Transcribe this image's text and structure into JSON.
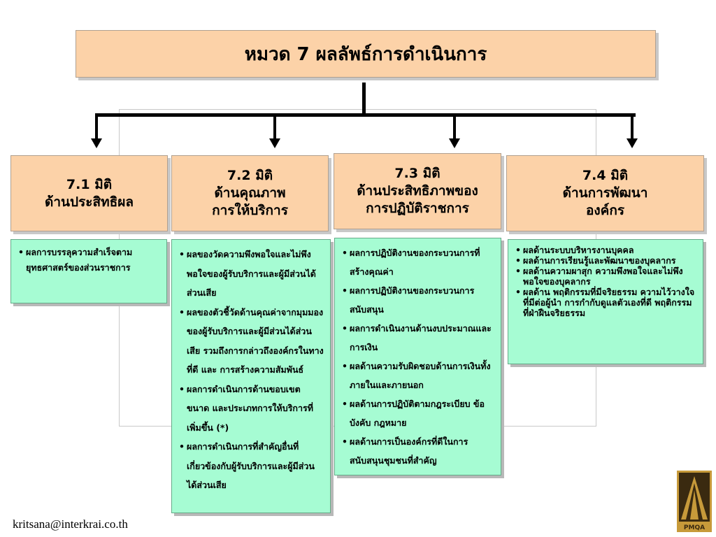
{
  "title": "หมวด 7 ผลลัพธ์การดำเนินการ",
  "dimensions": [
    {
      "line1": "7.1  มิติ",
      "line2": "ด้านประสิทธิผล",
      "line3": ""
    },
    {
      "line1": "7.2  มิติ",
      "line2": "ด้านคุณภาพ",
      "line3": "การให้บริการ"
    },
    {
      "line1": "7.3  มิติ",
      "line2": "ด้านประสิทธิภาพของ",
      "line3": "การปฏิบัติราชการ"
    },
    {
      "line1": "7.4 มิติ",
      "line2": "ด้านการพัฒนา",
      "line3": "องค์กร"
    }
  ],
  "details": [
    [
      "ผลการบรรลุความสำเร็จตามยุทธศาสตร์ของส่วนราชการ"
    ],
    [
      "ผลของวัดความพึงพอใจและไม่พึงพอใจของผู้รับบริการและผู้มีส่วนได้ส่วนเสีย",
      "ผลของตัวชี้วัดด้านคุณค่าจากมุมมองของผู้รับบริการและผู้มีส่วนได้ส่วนเสีย รวมถึงการกล่าวถึงองค์กรในทางที่ดี และ การสร้างความสัมพันธ์",
      "ผลการดำเนินการด้านขอบเขต ขนาด และประเภทการให้บริการที่เพิ่มขึ้น (*)",
      "ผลการดำเนินการที่สำคัญอื่นที่เกี่ยวข้องกับผู้รับบริการและผู้มีส่วนได้ส่วนเสีย"
    ],
    [
      "ผลการปฏิบัติงานของกระบวนการที่สร้างคุณค่า",
      "ผลการปฏิบัติงานของกระบวนการสนับสนุน",
      "ผลการดำเนินงานด้านงบประมาณและการเงิน",
      "ผลด้านความรับผิดชอบด้านการเงินทั้งภายในและภายนอก",
      "ผลด้านการปฏิบัติตามกฎระเบียบ ข้อบังคับ กฎหมาย",
      "ผลด้านการเป็นองค์กรที่ดีในการสนับสนุนชุมชนที่สำคัญ"
    ],
    [
      "ผลด้านระบบบริหารงานบุคคล",
      "ผลด้านการเรียนรู้และพัฒนาของบุคลากร",
      "ผลด้านความผาสุก ความพึงพอใจและไม่พึงพอใจของบุคลากร",
      "ผลด้าน พฤติกรรมที่มีจริยธรรม ความไว้วางใจที่มีต่อผู้นำ การกำกับดูแลตัวเองที่ดี พฤติกรรมที่ฝ่าฝืนจริยธรรม"
    ]
  ],
  "footer_email": "kritsana@interkrai.co.th",
  "logo_text": "PMQA",
  "colors": {
    "header_fill": "#fcd2a8",
    "detail_fill": "#a6fcd3",
    "logo_gold": "#c79a3a",
    "logo_dark": "#3a2a10"
  }
}
